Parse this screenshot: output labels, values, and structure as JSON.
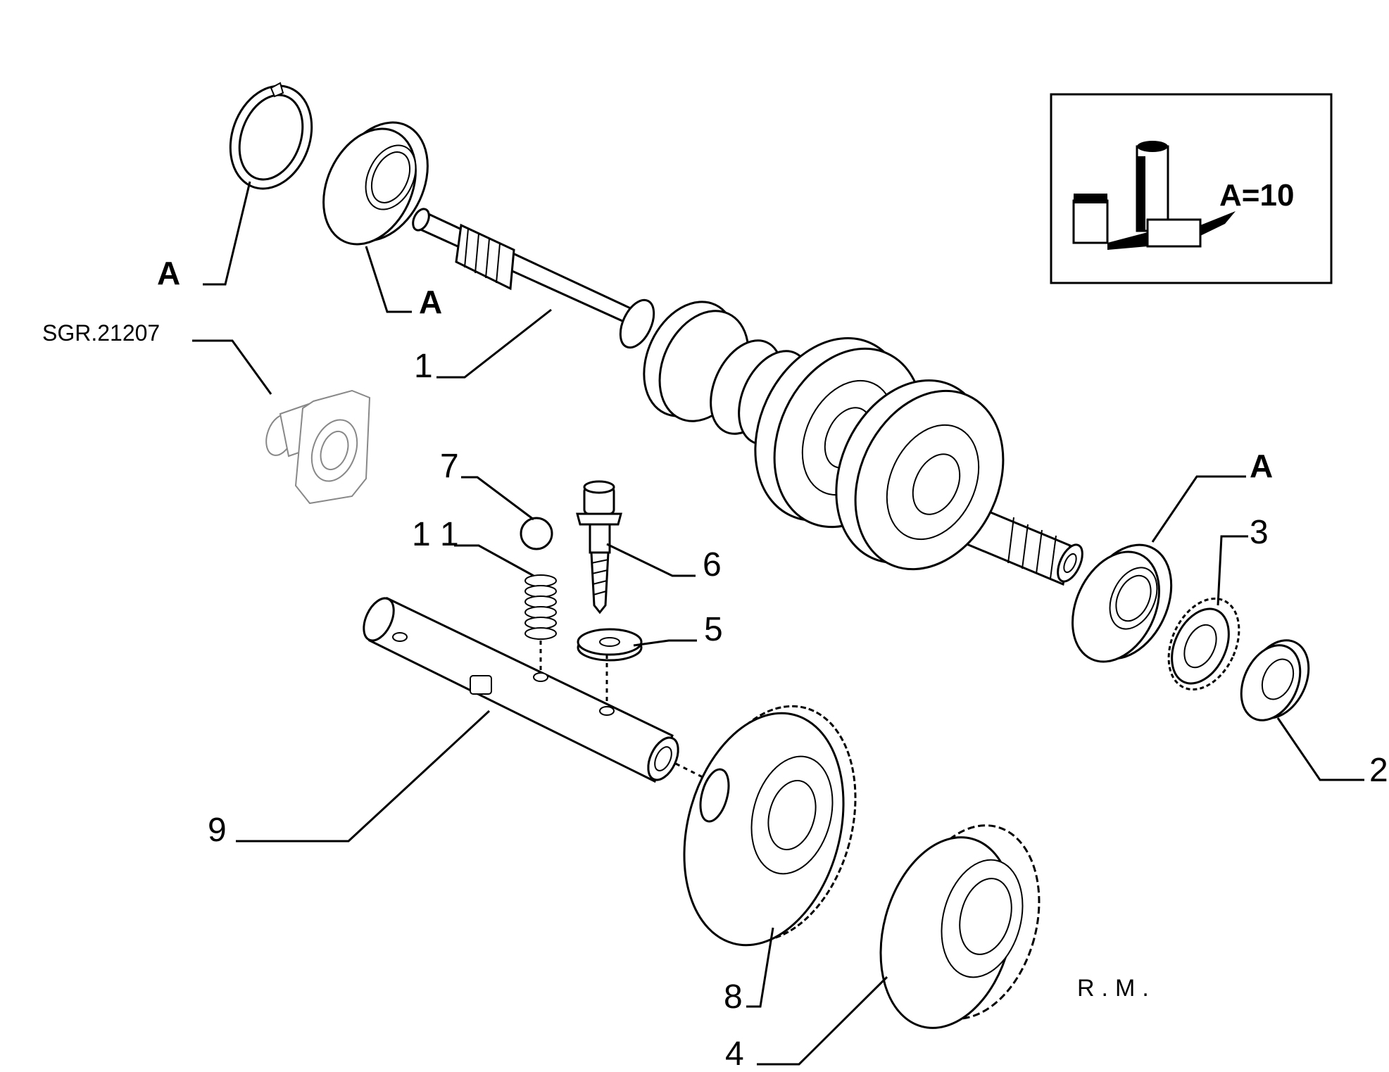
{
  "reference": "SGR.21207",
  "footer": "R.M.",
  "legend": {
    "text": "A=10"
  },
  "callouts": {
    "c1": "1",
    "c2": "2",
    "c3": "3",
    "c4": "4",
    "c5": "5",
    "c6": "6",
    "c7": "7",
    "c8": "8",
    "c9": "9",
    "c11": "1 1",
    "a_snap_ring": "A",
    "a_bearing_left": "A",
    "a_bearing_right": "A"
  }
}
